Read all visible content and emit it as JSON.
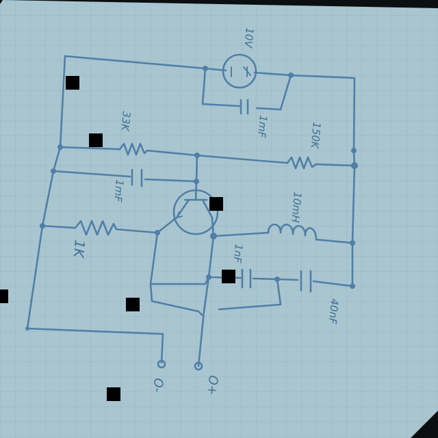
{
  "colors": {
    "paper": "#a9c5cf",
    "grid": "#8fb1c0",
    "ink": "#4f7fa8",
    "edge": "#0b0f12"
  },
  "labels": {
    "source": "10V",
    "cap_top": "1mF",
    "r_left": "33K",
    "r_right": "150K",
    "cap_base": "1mF",
    "inductor": "10mH",
    "r_emitter": "1K",
    "cap_mid": "1nF",
    "cap_right": "40nF",
    "term_neg": "O-",
    "term_pos": "O+"
  }
}
